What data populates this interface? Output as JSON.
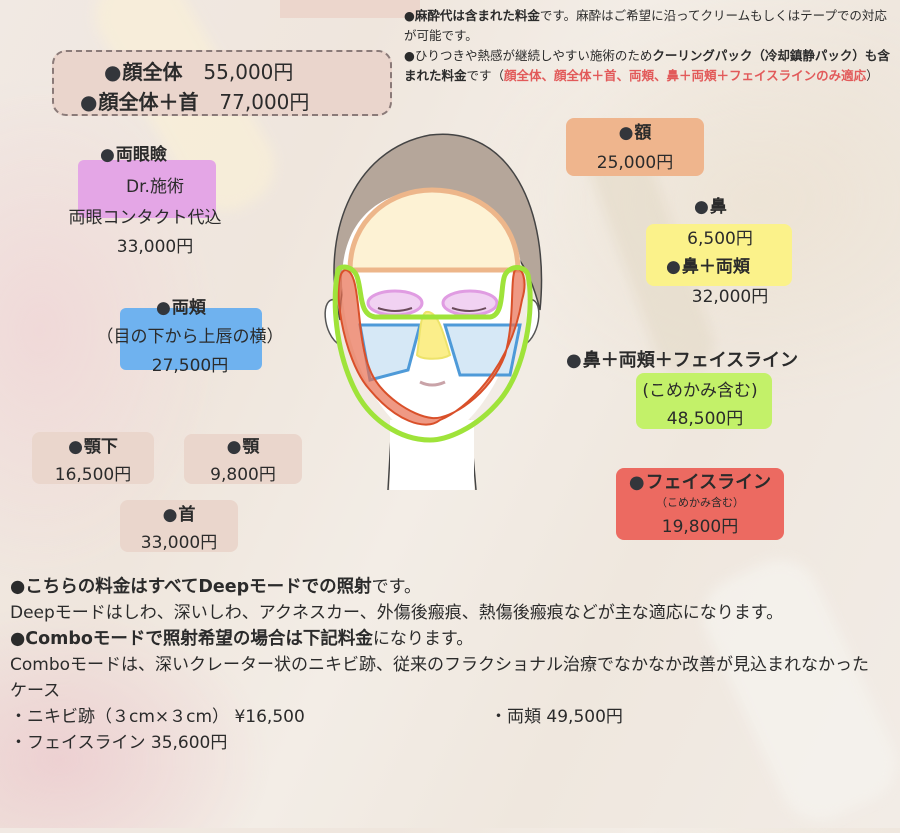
{
  "colors": {
    "full_face_box": "#ead5cc",
    "eyelid_box": "#e4a6e6",
    "cheeks_box": "#6fb2ef",
    "forehead_box": "#efb58d",
    "nose_box": "#fbf28a",
    "nose_cheeks_faceline_box": "#c3f169",
    "faceline_box": "#ec6a61",
    "small_box": "#ead6cc",
    "note_highlight": "#e25a5a"
  },
  "notes": {
    "line1_bold": "●麻酔代は含まれた料金",
    "line1_rest": "です。麻酔はご希望に沿ってクリームもしくはテープでの対応が可能です。",
    "line2_start": "●ひりつきや熱感が継続しやすい施術のため",
    "line2_bold": "クーリングパック（冷却鎮静パック）も含まれた料金",
    "line2_mid": "です（",
    "line2_red": "顔全体、顔全体＋首、両頬、鼻＋両頬＋フェイスラインのみ適応",
    "line2_end": "）"
  },
  "plans": {
    "full_face": {
      "name": "顔全体",
      "price": "55,000円"
    },
    "full_face_neck": {
      "name": "顔全体＋首",
      "price": "77,000円"
    },
    "eyelids": {
      "name": "両眼瞼",
      "sub1": "Dr.施術",
      "sub2": "両眼コンタクト代込",
      "price": "33,000円"
    },
    "cheeks": {
      "name": "両頬",
      "sub": "（目の下から上唇の横）",
      "price": "27,500円"
    },
    "under_jaw": {
      "name": "顎下",
      "price": "16,500円"
    },
    "chin": {
      "name": "顎",
      "price": "9,800円"
    },
    "neck": {
      "name": "首",
      "price": "33,000円"
    },
    "forehead": {
      "name": "額",
      "price": "25,000円"
    },
    "nose": {
      "name": "鼻",
      "price": "6,500円"
    },
    "nose_cheeks": {
      "name": "鼻＋両頬",
      "price": "32,000円"
    },
    "nose_cheeks_faceline": {
      "name": "鼻＋両頬＋フェイスライン",
      "sub": "(こめかみ含む)",
      "price": "48,500円"
    },
    "faceline": {
      "name": "フェイスライン",
      "sub": "（こめかみ含む）",
      "price": "19,800円"
    }
  },
  "bottom": {
    "deep_heading_bold": "●こちらの料金はすべてDeepモードでの照射",
    "deep_heading_rest": "です。",
    "deep_desc": "Deepモードはしわ、深いしわ、アクネスカー、外傷後瘢痕、熱傷後瘢痕などが主な適応になります。",
    "combo_heading_bold": "●Comboモードで照射希望の場合は下記料金",
    "combo_heading_rest": "になります。",
    "combo_desc": "Comboモードは、深いクレーター状のニキビ跡、従来のフラクショナル治療でなかなか改善が見込まれなかったケース",
    "combo_items": [
      "・ニキビ跡（３cm×３cm） ¥16,500",
      "・両頬 49,500円",
      "・フェイスライン 35,600円"
    ]
  }
}
